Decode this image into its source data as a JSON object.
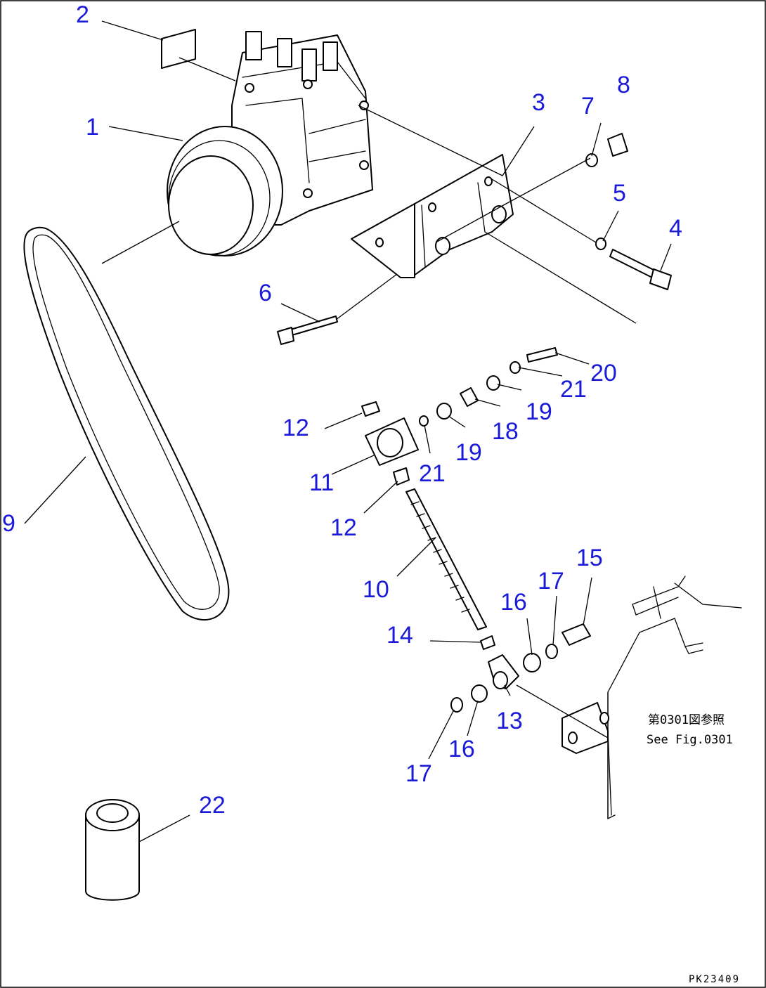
{
  "callouts": {
    "c1": "1",
    "c2": "2",
    "c3": "3",
    "c4": "4",
    "c5": "5",
    "c6": "6",
    "c7": "7",
    "c8": "8",
    "c9": "9",
    "c10": "10",
    "c11": "11",
    "c12a": "12",
    "c12b": "12",
    "c13": "13",
    "c14": "14",
    "c15": "15",
    "c16a": "16",
    "c16b": "16",
    "c17a": "17",
    "c17b": "17",
    "c18": "18",
    "c19a": "19",
    "c19b": "19",
    "c20": "20",
    "c21a": "21",
    "c21b": "21",
    "c22": "22"
  },
  "reference_note": {
    "japanese": "第0301図参照",
    "english": "See Fig.0301"
  },
  "drawing_code": "PK23409",
  "colors": {
    "callout": "#1a1ad8",
    "line": "#000000",
    "background": "#ffffff"
  }
}
